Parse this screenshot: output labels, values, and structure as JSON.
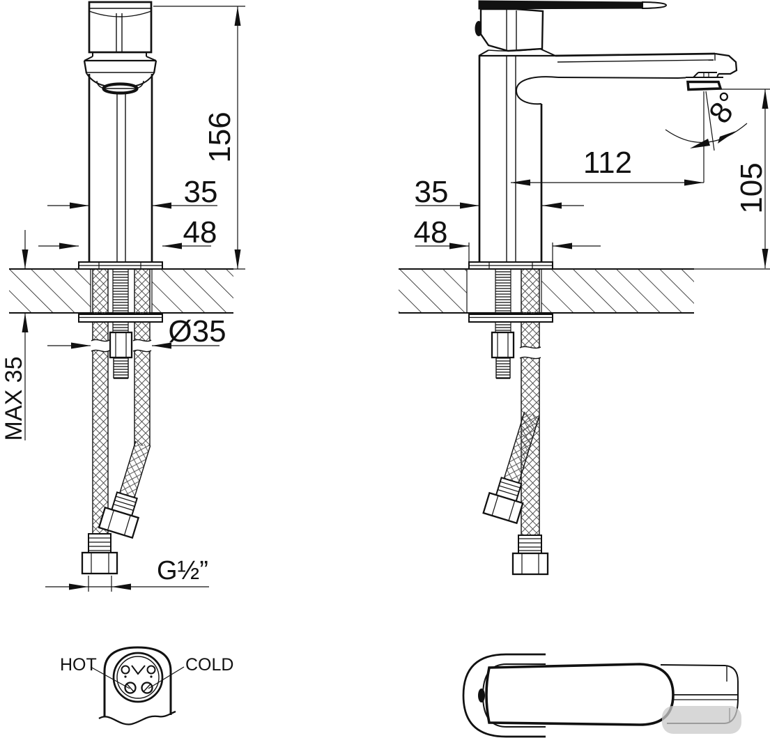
{
  "drawing": {
    "front_view": {
      "height": "156",
      "spout_width": "35",
      "base_width": "48",
      "hole_diameter": "Ø35",
      "max_deck_thickness": "MAX 35",
      "connector_thread": "G½”"
    },
    "side_view": {
      "spout_reach": "112",
      "spout_angle": "8°",
      "spout_height": "105",
      "body_width": "35",
      "base_width": "48"
    },
    "connections": {
      "hot": "HOT",
      "cold": "COLD"
    }
  }
}
